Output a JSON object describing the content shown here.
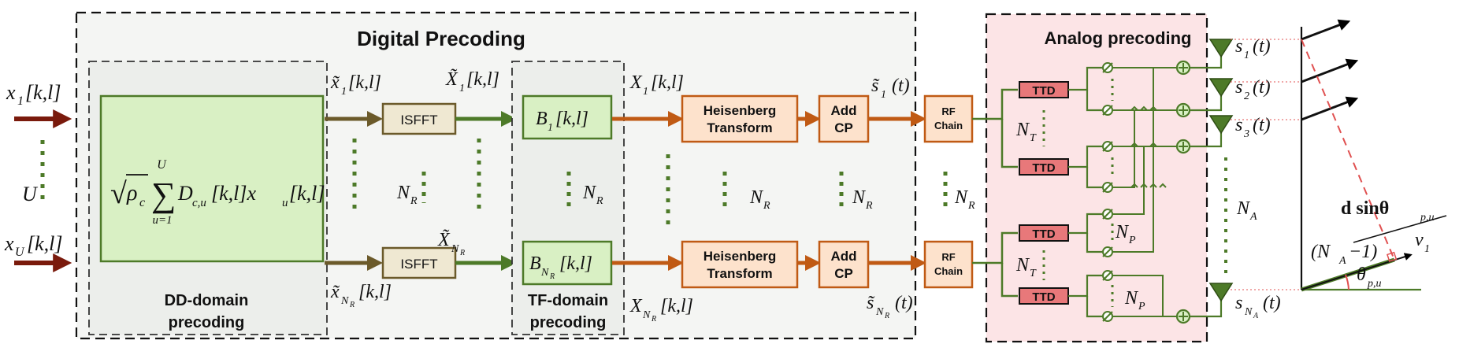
{
  "digital": {
    "title": "Digital Precoding",
    "dd_caption_1": "DD-domain",
    "dd_caption_2": "precoding",
    "tf_caption_1": "TF-domain",
    "tf_caption_2": "precoding"
  },
  "analog": {
    "title": "Analog precoding"
  },
  "inputs": {
    "x1": "x",
    "x1_sub": "1",
    "x1_args": "[k,l]",
    "xU": "x",
    "xU_sub": "U",
    "xU_args": "[k,l]",
    "U": "U"
  },
  "dd_formula": {
    "sqrt_sym": "√",
    "rho": "ρ",
    "rho_sub": "c",
    "sum_sym": "∑",
    "sum_top": "U",
    "sum_bottom": "u=1",
    "body_D": "D",
    "body_D_sub": "c,u",
    "body_mid": "[k,l]x",
    "body_x_sub": "u",
    "body_end": "[k,l]"
  },
  "labels": {
    "xt1": "x̃",
    "xt1_sub": "1",
    "xt1_args": "[k,l]",
    "xtN": "x̃",
    "xtN_sub": "N",
    "xtN_subsub": "R",
    "xtN_args": "[k,l]",
    "Xt1": "X̃",
    "Xt1_sub": "1",
    "Xt1_args": "[k,l]",
    "XtN": "X̃",
    "XtN_sub": "N",
    "XtN_subsub": "R",
    "X1": "X",
    "X1_sub": "1",
    "X1_args": "[k,l]",
    "XN": "X",
    "XN_sub": "N",
    "XN_subsub": "R",
    "XN_args": "[k,l]",
    "s1t": "s̃",
    "s1t_sub": "1",
    "s1t_args": "(t)",
    "sNt": "s̃",
    "sNt_sub": "N",
    "sNt_subsub": "R",
    "sNt_args": "(t)",
    "NR": "N",
    "NR_sub": "R",
    "NT": "N",
    "NT_sub": "T",
    "NP": "N",
    "NP_sub": "P",
    "NA": "N",
    "NA_sub": "A"
  },
  "blocks": {
    "isfft": "ISFFT",
    "B1": "B",
    "B1_sub": "1",
    "B1_args": "[k,l]",
    "BN": "B",
    "BN_sub": "N",
    "BN_subsub": "R",
    "BN_args": "[k,l]",
    "heis_1": "Heisenberg",
    "heis_2": "Transform",
    "addcp_1": "Add",
    "addcp_2": "CP",
    "rf_1": "RF",
    "rf_2": "Chain",
    "ttd": "TTD"
  },
  "antennas": {
    "s": "s",
    "s1_sub": "1",
    "s2_sub": "2",
    "s3_sub": "3",
    "sN_sub": "N",
    "sN_subsub": "A",
    "args": "(t)"
  },
  "geometry_fig": {
    "d_sin": "d sinθ",
    "d_sin_sub": "p,u",
    "na1": "(N",
    "na1_sub": "A",
    "na1_tail": "−1)",
    "v": "v",
    "v_sub": "1",
    "theta": "θ",
    "theta_sub": "p,u"
  },
  "colors": {
    "dark_red": "#7a1a0c",
    "olive": "#6b5a2a",
    "green": "#4d7a28",
    "orange": "#c05a14",
    "dd_fill": "#d9f0c4",
    "ttd_fill": "#e8787a",
    "analog_bg": "#fce4e6"
  }
}
